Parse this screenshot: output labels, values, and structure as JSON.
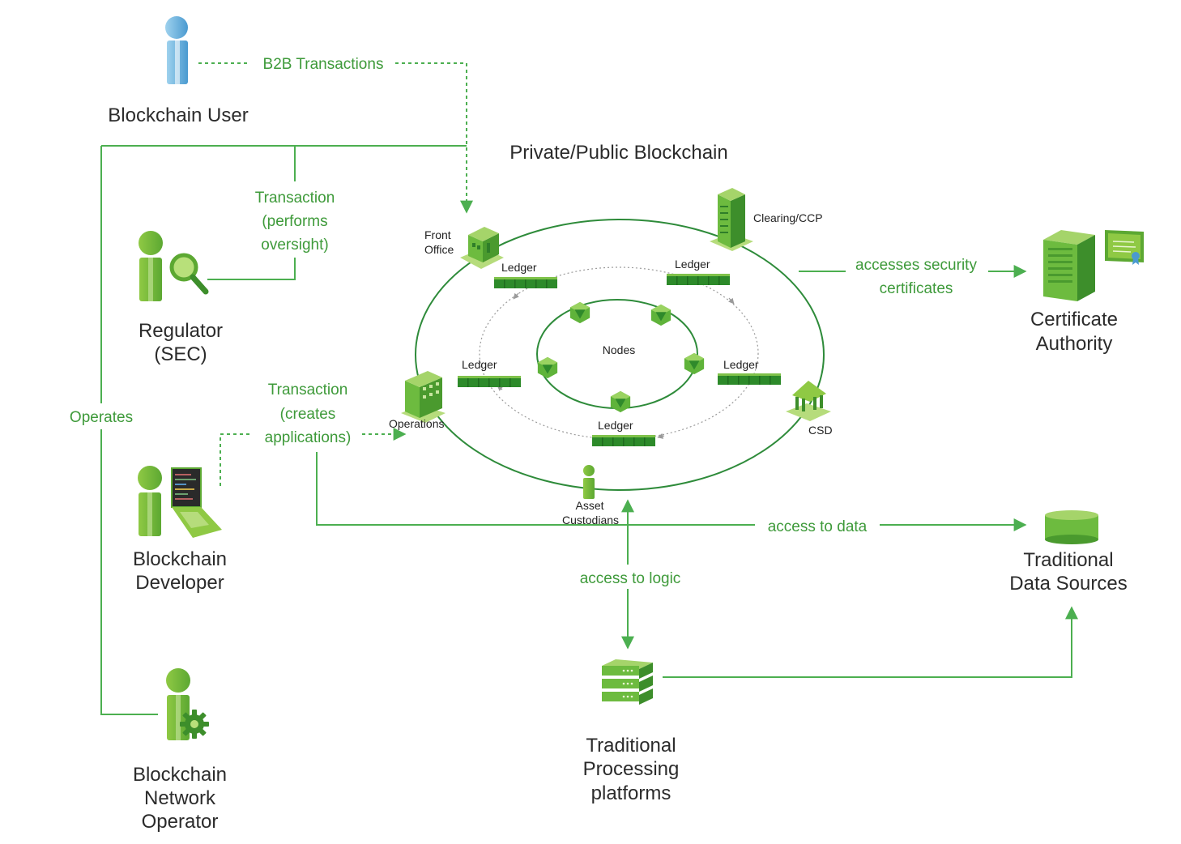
{
  "title": "Private/Public Blockchain",
  "colors": {
    "accent": "#4caf50",
    "dark_green": "#2e8b3a",
    "light_green": "#8bc34a",
    "blue_user": "#6fb7e0",
    "label_text": "#2b2b2b",
    "flow_text": "#3e9a3a"
  },
  "actors": {
    "blockchain_user": "Blockchain User",
    "regulator": [
      "Regulator",
      "(SEC)"
    ],
    "developer": [
      "Blockchain",
      "Developer"
    ],
    "operator": [
      "Blockchain",
      "Network",
      "Operator"
    ],
    "certificate_authority": [
      "Certificate",
      "Authority"
    ],
    "traditional_data": [
      "Traditional",
      "Data Sources"
    ],
    "traditional_processing": [
      "Traditional",
      "Processing",
      "platforms"
    ]
  },
  "flows": {
    "b2b": "B2B Transactions",
    "oversight": [
      "Transaction",
      "(performs",
      "oversight)"
    ],
    "creates": [
      "Transaction",
      "(creates",
      "applications)"
    ],
    "operates": "Operates",
    "security": [
      "accesses security",
      "certificates"
    ],
    "access_data": "access to data",
    "access_logic": "access to logic"
  },
  "ring_nodes": {
    "front_office": [
      "Front",
      "Office"
    ],
    "clearing": "Clearing/CCP",
    "operations": "Operations",
    "csd": "CSD",
    "asset_custodians": [
      "Asset",
      "Custodians"
    ],
    "nodes": "Nodes",
    "ledger": "Ledger"
  },
  "icons": [
    "person-icon",
    "magnifier-icon",
    "laptop-icon",
    "gear-icon",
    "server-icon",
    "certificate-icon",
    "database-icon",
    "building-icon",
    "bank-icon",
    "ledger-block-icon",
    "node-hexagon-icon"
  ]
}
